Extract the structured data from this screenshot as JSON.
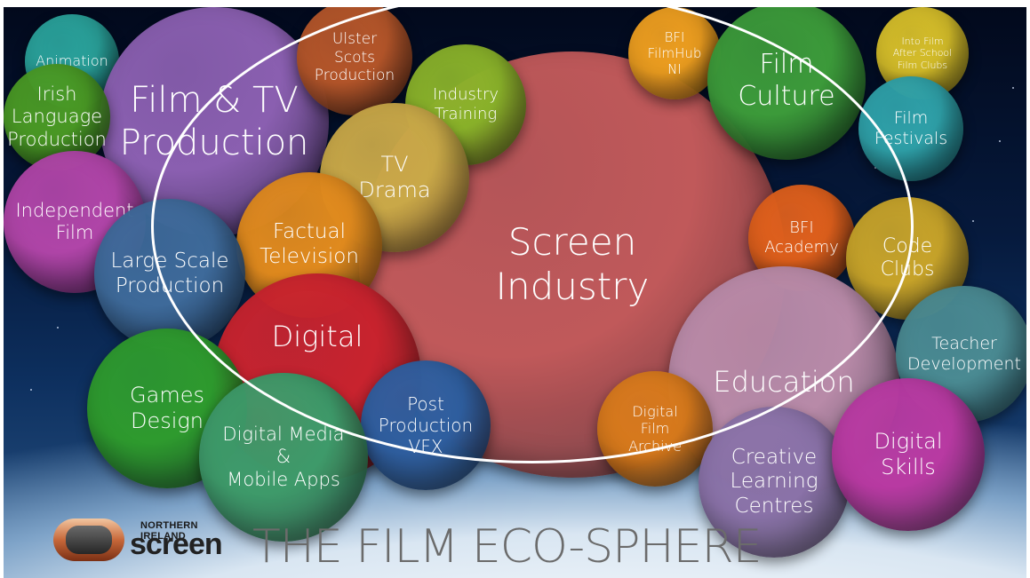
{
  "title": "THE FILM ECO-SPHERE",
  "logo": {
    "top_text": "NORTHERN IRELAND",
    "main_text": "screen"
  },
  "bubbles": [
    {
      "id": "animation",
      "lines": [
        "Animation"
      ],
      "color": "#2aa39c"
    },
    {
      "id": "film-tv-production",
      "lines": [
        "Film & TV",
        "Production"
      ],
      "color": "#8a5fb0"
    },
    {
      "id": "ulster-scots",
      "lines": [
        "Ulster",
        "Scots",
        "Production"
      ],
      "color": "#b5562a"
    },
    {
      "id": "irish-language",
      "lines": [
        "Irish",
        "Language",
        "Production"
      ],
      "color": "#4a9a25"
    },
    {
      "id": "industry-training",
      "lines": [
        "Industry",
        "Training"
      ],
      "color": "#8ab22a"
    },
    {
      "id": "screen-industry",
      "lines": [
        "Screen",
        "Industry"
      ],
      "color": "#c0595a"
    },
    {
      "id": "bfi-filmhub",
      "lines": [
        "BFI",
        "FilmHub",
        "NI"
      ],
      "color": "#f0a020"
    },
    {
      "id": "film-culture",
      "lines": [
        "Film",
        "Culture"
      ],
      "color": "#3c9a3a"
    },
    {
      "id": "into-film",
      "lines": [
        "Into Film",
        "After School",
        "Film Clubs"
      ],
      "color": "#d8c02a"
    },
    {
      "id": "film-festivals",
      "lines": [
        "Film",
        "Festivals"
      ],
      "color": "#2fa2aa"
    },
    {
      "id": "tv-drama",
      "lines": [
        "TV",
        "Drama"
      ],
      "color": "#c9a848"
    },
    {
      "id": "independent-film",
      "lines": [
        "Independent",
        "Film"
      ],
      "color": "#b045a8"
    },
    {
      "id": "factual-television",
      "lines": [
        "Factual",
        "Television"
      ],
      "color": "#e08a1e"
    },
    {
      "id": "bfi-academy",
      "lines": [
        "BFI",
        "Academy"
      ],
      "color": "#e0601c"
    },
    {
      "id": "code-clubs",
      "lines": [
        "Code",
        "Clubs"
      ],
      "color": "#c8a42a"
    },
    {
      "id": "large-scale-production",
      "lines": [
        "Large Scale",
        "Production"
      ],
      "color": "#3e6a9a"
    },
    {
      "id": "digital",
      "lines": [
        "Digital"
      ],
      "color": "#c8232e"
    },
    {
      "id": "education",
      "lines": [
        "Education"
      ],
      "color": "#b88aa8"
    },
    {
      "id": "teacher-development",
      "lines": [
        "Teacher",
        "Development"
      ],
      "color": "#4a8a92"
    },
    {
      "id": "games-design",
      "lines": [
        "Games",
        "Design"
      ],
      "color": "#2e9a2e"
    },
    {
      "id": "post-production",
      "lines": [
        "Post",
        "Production",
        "VFX"
      ],
      "color": "#2f5fa0"
    },
    {
      "id": "digital-film-archive",
      "lines": [
        "Digital",
        "Film",
        "Archive"
      ],
      "color": "#d87a1c"
    },
    {
      "id": "digital-media",
      "lines": [
        "Digital Media",
        "&",
        "Mobile Apps"
      ],
      "color": "#3e9a6a"
    },
    {
      "id": "creative-learning",
      "lines": [
        "Creative",
        "Learning",
        "Centres"
      ],
      "color": "#8a72a8"
    },
    {
      "id": "digital-skills",
      "lines": [
        "Digital",
        "Skills"
      ],
      "color": "#b83aa2"
    }
  ]
}
